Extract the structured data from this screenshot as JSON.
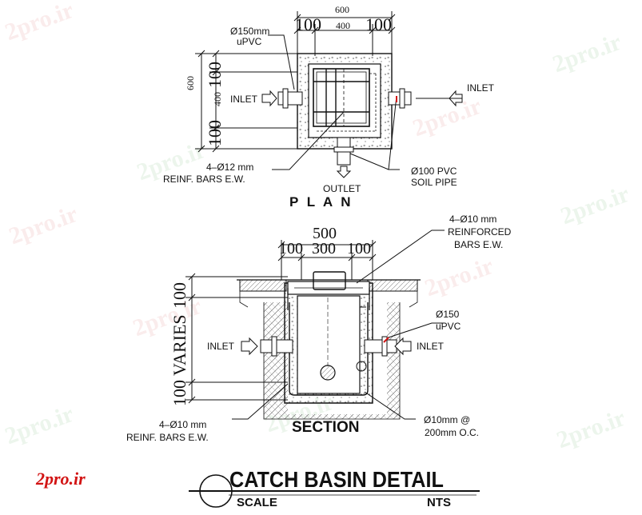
{
  "watermark": "2pro.ir",
  "brand": {
    "text": "2pro.ir",
    "color": "#d21414"
  },
  "plan": {
    "caption": "P L A N",
    "dim_top_total": "600",
    "dim_top_left": "100",
    "dim_top_mid": "400",
    "dim_top_right": "100",
    "dim_side_total": "600",
    "dim_side_top": "100",
    "dim_side_mid": "400",
    "dim_side_bottom": "100",
    "pipe_label": [
      "Ø150mm",
      "uPVC"
    ],
    "inlet_left": "INLET",
    "inlet_right": "INLET",
    "bars_label": [
      "4–Ø12 mm",
      "REINF. BARS E.W."
    ],
    "outlet": "OUTLET",
    "soil_pipe": [
      "Ø100 PVC",
      "SOIL PIPE"
    ]
  },
  "section": {
    "caption": "SECTION",
    "dim_top_total": "500",
    "dim_top_left": "100",
    "dim_top_mid": "300",
    "dim_top_right": "100",
    "dim_side_top": "100",
    "dim_side_mid": "VARIES",
    "dim_side_bottom": "100",
    "reinforced_label": [
      "4–Ø10 mm",
      "REINFORCED",
      "BARS E.W."
    ],
    "pipe_label": [
      "Ø150",
      "uPVC"
    ],
    "inlet_left": "INLET",
    "inlet_right": "INLET",
    "bars_label": [
      "4–Ø10 mm",
      "REINF. BARS E.W."
    ],
    "spacing_label": [
      "Ø10mm @",
      "200mm O.C."
    ]
  },
  "title_block": {
    "title": "CATCH BASIN DETAIL",
    "scale_label": "SCALE",
    "scale_value": "NTS"
  },
  "colors": {
    "line": "#111111",
    "leader_red": "#d21414",
    "hatch": "#888888"
  }
}
